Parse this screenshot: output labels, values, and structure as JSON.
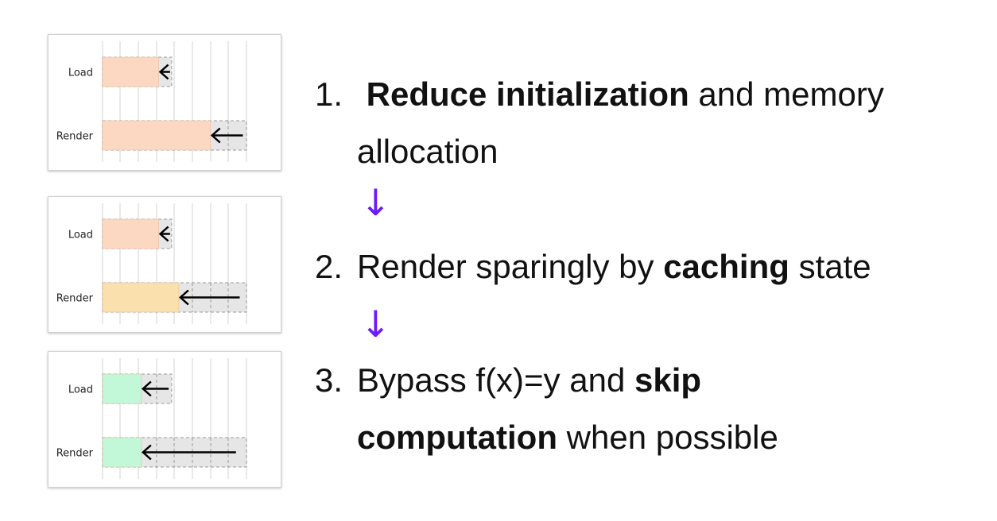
{
  "panels": [
    {
      "bars": [
        {
          "label": "Load",
          "fill_color": "#fcd8c3",
          "fill_end": 0.39,
          "ghost_end": 0.48
        },
        {
          "label": "Render",
          "fill_color": "#fcd8c3",
          "fill_end": 0.75,
          "ghost_end": 1.0
        }
      ]
    },
    {
      "bars": [
        {
          "label": "Load",
          "fill_color": "#fcd8c3",
          "fill_end": 0.39,
          "ghost_end": 0.48
        },
        {
          "label": "Render",
          "fill_color": "#f9e0ad",
          "fill_end": 0.53,
          "ghost_end": 1.0
        }
      ]
    },
    {
      "bars": [
        {
          "label": "Load",
          "fill_color": "#c2f7d8",
          "fill_end": 0.27,
          "ghost_end": 0.48
        },
        {
          "label": "Render",
          "fill_color": "#c2f7d8",
          "fill_end": 0.27,
          "ghost_end": 1.0
        }
      ]
    }
  ],
  "steps": [
    {
      "number": "1.",
      "line1": [
        {
          "text": "Reduce initialization",
          "bold": true
        },
        {
          "text": " and memory",
          "bold": false
        }
      ],
      "line2": [
        {
          "text": "allocation",
          "bold": false
        }
      ]
    },
    {
      "number": "2.",
      "line1": [
        {
          "text": "Render sparingly by ",
          "bold": false
        },
        {
          "text": "caching",
          "bold": true
        },
        {
          "text": " state",
          "bold": false
        }
      ],
      "line2": []
    },
    {
      "number": "3.",
      "line1": [
        {
          "text": "Bypass f(x)=y and ",
          "bold": false
        },
        {
          "text": "skip",
          "bold": true
        }
      ],
      "line2": [
        {
          "text": "computation",
          "bold": true
        },
        {
          "text": " when possible",
          "bold": false
        }
      ]
    }
  ],
  "connector_arrow": "↓",
  "colors": {
    "ghost": "#e6e6e6",
    "ghost_border": "#9a9a9a",
    "gridline": "#e2e2e2",
    "arrow_accent": "#6a1bff"
  }
}
